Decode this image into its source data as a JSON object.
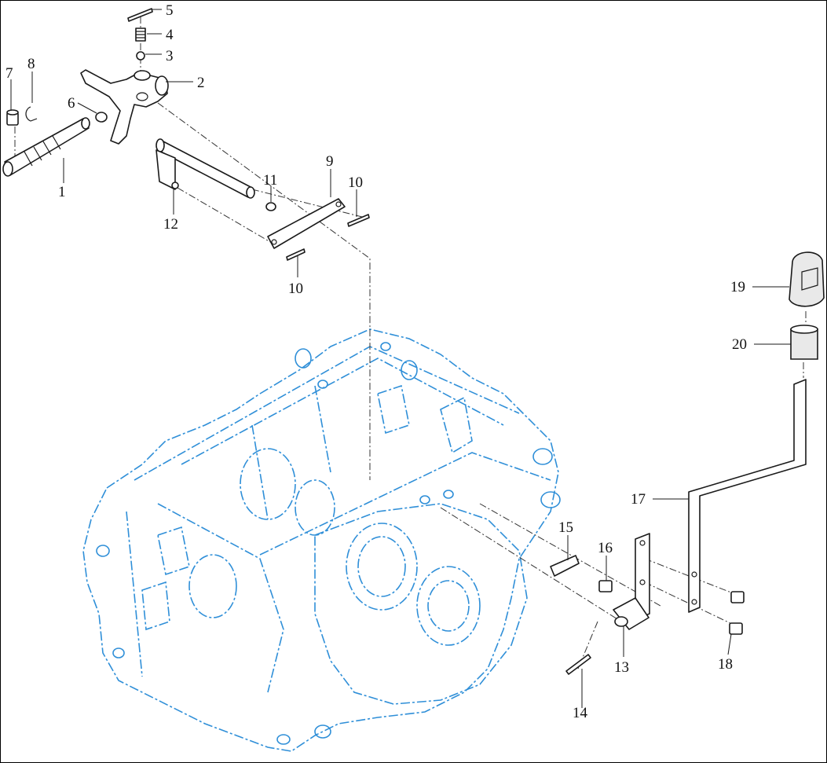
{
  "diagram": {
    "housing_color": "#2f8fd8",
    "line_color": "#1a1a1a",
    "callouts": [
      {
        "label": "1"
      },
      {
        "label": "2"
      },
      {
        "label": "3"
      },
      {
        "label": "4"
      },
      {
        "label": "5"
      },
      {
        "label": "6"
      },
      {
        "label": "7"
      },
      {
        "label": "8"
      },
      {
        "label": "9"
      },
      {
        "label": "10"
      },
      {
        "label": "10"
      },
      {
        "label": "11"
      },
      {
        "label": "12"
      },
      {
        "label": "13"
      },
      {
        "label": "14"
      },
      {
        "label": "15"
      },
      {
        "label": "16"
      },
      {
        "label": "17"
      },
      {
        "label": "18"
      },
      {
        "label": "19"
      },
      {
        "label": "20"
      }
    ]
  }
}
